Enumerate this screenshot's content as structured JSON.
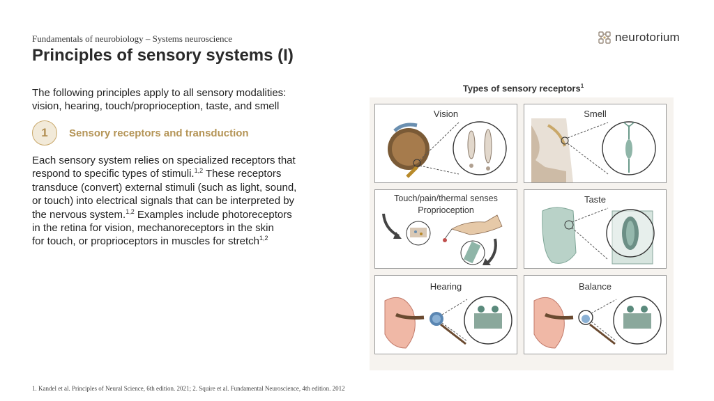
{
  "header": {
    "kicker": "Fundamentals of neurobiology – Systems neuroscience",
    "title": "Principles of sensory systems (I)"
  },
  "brand": {
    "name": "neurotorium",
    "icon": "neurotorium-logo-icon"
  },
  "intro": {
    "line1": "The following principles apply to all sensory modalities:",
    "line2": "vision, hearing, touch/proprioception, taste, and smell"
  },
  "principle": {
    "number": "1",
    "label": "Sensory receptors and transduction"
  },
  "body": {
    "l1": "Each sensory system relies on specialized receptors that",
    "l2": "respond to specific types of stimuli.",
    "sup1": "1,2",
    "l2b": " These receptors",
    "l3": "transduce (convert) external stimuli (such as light, sound,",
    "l4": "or touch) into electrical signals that can be interpreted by",
    "l5": "the nervous system.",
    "sup2": "1,2",
    "l5b": " Examples include photoreceptors",
    "l6": "in the retina for vision, mechanoreceptors in the skin",
    "l7": "for touch, or proprioceptors in muscles for stretch",
    "sup3": "1,2"
  },
  "receptors": {
    "title": "Types of sensory receptors",
    "title_sup": "1",
    "cells": {
      "vision": "Vision",
      "smell": "Smell",
      "touch": "Touch/pain/thermal senses",
      "touch2": "Proprioception",
      "taste": "Taste",
      "hearing": "Hearing",
      "balance": "Balance"
    }
  },
  "footnote": "1. Kandel et al. Principles of Neural Science, 6th edition. 2021; 2. Squire et al. Fundamental Neuroscience, 4th edition. 2012",
  "colors": {
    "accent": "#b49456",
    "badge_bg": "#f2ead9",
    "panel_bg": "#f6f3ef"
  }
}
